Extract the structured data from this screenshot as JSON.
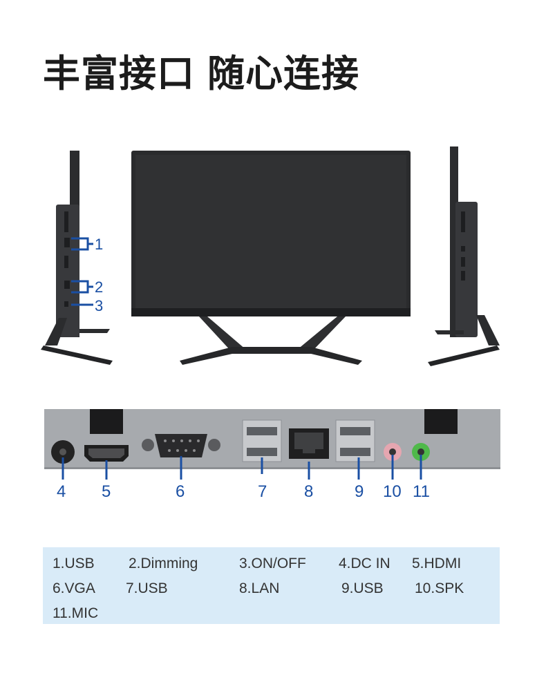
{
  "title": {
    "part1": "丰富接口",
    "part2": "随心连接"
  },
  "side_callouts": [
    "1",
    "2",
    "3"
  ],
  "port_labels": [
    "4",
    "5",
    "6",
    "7",
    "8",
    "9",
    "10",
    "11"
  ],
  "legend": [
    "1.USB",
    "2.Dimming",
    "3.ON/OFF",
    "4.DC IN",
    "5.HDMI",
    "6.VGA",
    "7.USB",
    "8.LAN",
    "9.USB",
    "10.SPK",
    "11.MIC"
  ],
  "colors": {
    "accent": "#1a4fa3",
    "legend_bg": "#d9ebf8",
    "panel": "#a7aaae",
    "monitor": "#2a2b2d"
  }
}
